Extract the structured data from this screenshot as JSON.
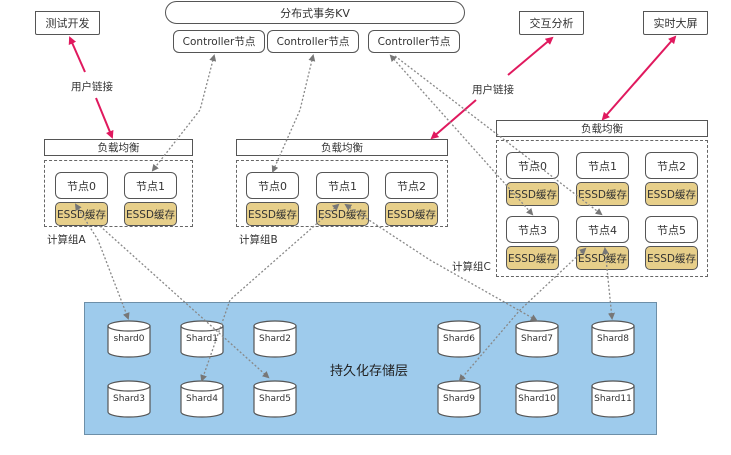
{
  "kv_cluster": {
    "title": "分布式事务KV",
    "controllers": [
      "Controller节点",
      "Controller节点",
      "Controller节点"
    ]
  },
  "clients": [
    {
      "label": "测试开发"
    },
    {
      "label": "交互分析"
    },
    {
      "label": "实时大屏"
    }
  ],
  "link_label": "用户链接",
  "compute_groups": [
    {
      "name": "计算组A",
      "load_balancer": "负载均衡",
      "nodes": [
        "节点0",
        "节点1"
      ],
      "cache_label": "ESSD缓存"
    },
    {
      "name": "计算组B",
      "load_balancer": "负载均衡",
      "nodes": [
        "节点0",
        "节点1",
        "节点2"
      ],
      "cache_label": "ESSD缓存"
    },
    {
      "name": "计算组C",
      "load_balancer": "负载均衡",
      "nodes": [
        "节点0",
        "节点1",
        "节点2",
        "节点3",
        "节点4",
        "节点5"
      ],
      "cache_label": "ESSD缓存"
    }
  ],
  "storage": {
    "title": "持久化存储层",
    "shards": [
      "shard0",
      "Shard1",
      "Shard2",
      "Shard3",
      "Shard4",
      "Shard5",
      "Shard6",
      "Shard7",
      "Shard8",
      "Shard9",
      "Shard10",
      "Shard11"
    ]
  },
  "colors": {
    "user_link": "#e0195e",
    "control_link": "#888888",
    "cache_fill": "#e7cf8a",
    "storage_fill": "#9ecbec"
  }
}
